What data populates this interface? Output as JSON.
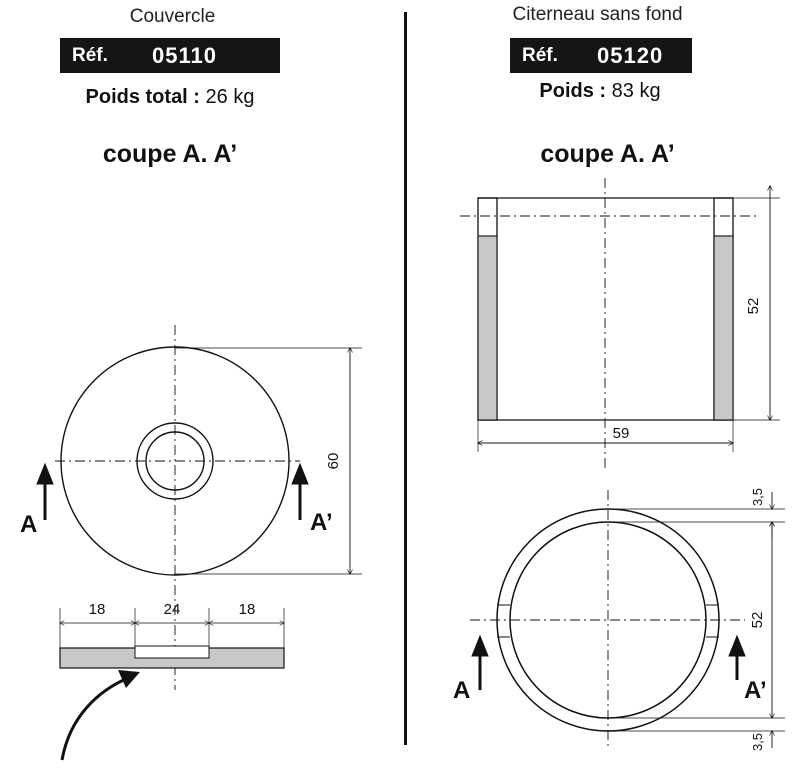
{
  "left": {
    "title": "Couvercle",
    "ref_label": "Réf.",
    "ref_value": "05110",
    "weight_label": "Poids total :",
    "weight_value": "26 kg",
    "section": "coupe A. A’",
    "dims": {
      "diameter": "60",
      "side_left": "18",
      "center": "24",
      "side_right": "18"
    },
    "section_marks": {
      "a": "A",
      "a_prime": "A’"
    }
  },
  "right": {
    "title": "Citerneau sans fond",
    "ref_label": "Réf.",
    "ref_value": "05120",
    "weight_label": "Poids :",
    "weight_value": "83 kg",
    "section": "coupe A. A’",
    "dims": {
      "height": "52",
      "width": "59",
      "wall_top": "3,5",
      "inner": "52",
      "wall_bottom": "3,5"
    },
    "section_marks": {
      "a": "A",
      "a_prime": "A’"
    }
  },
  "colors": {
    "ink": "#111111",
    "fill": "#c8c8c8",
    "bar": "#151515"
  }
}
